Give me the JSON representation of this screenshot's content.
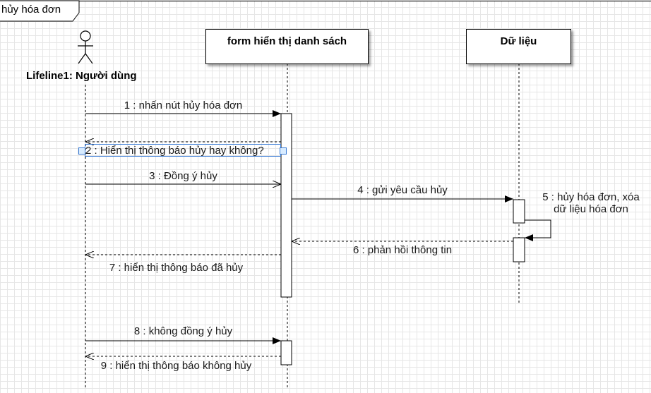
{
  "frame": {
    "label": "hủy hóa đơn"
  },
  "actor": {
    "label": "Lifeline1: Người dùng"
  },
  "lifelines": {
    "form": "form hiển thị danh sách",
    "data": "Dữ liệu"
  },
  "messages": [
    "1 : nhấn nút hủy hóa đơn",
    "2 : Hiển thị thông báo hủy hay không?",
    "3 : Đồng ý hủy",
    "4 : gửi yêu cầu hủy",
    "5 : hủy hóa đơn, xóa",
    "dữ liệu hóa đơn",
    "6 : phản hồi thông tin",
    "7 : hiển thị thông báo đã hủy",
    "8 : không đồng ý hủy",
    "9 : hiển thị thông báo không hủy"
  ],
  "colors": {
    "line": "#000000",
    "selection": "#3a7bd5"
  }
}
